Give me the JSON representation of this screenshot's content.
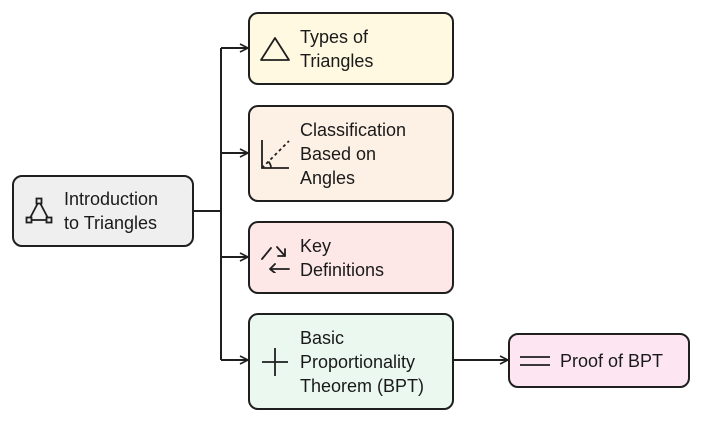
{
  "root": {
    "label": "Introduction\nto Triangles",
    "icon": "triangle-nodes-icon",
    "color": "#efefef"
  },
  "branches": [
    {
      "label": "Types of\nTriangles",
      "icon": "triangle-outline-icon",
      "color": "#fff9e1"
    },
    {
      "label": "Classification\nBased on\nAngles",
      "icon": "angle-icon",
      "color": "#fdf1e5"
    },
    {
      "label": "Key\nDefinitions",
      "icon": "swap-arrows-icon",
      "color": "#fde7e7"
    },
    {
      "label": "Basic\nProportionality\nTheorem (BPT)",
      "icon": "plus-icon",
      "color": "#eaf8ef"
    }
  ],
  "leaf": {
    "label": "Proof of BPT",
    "icon": "equals-lines-icon",
    "color": "#fde6f1"
  }
}
